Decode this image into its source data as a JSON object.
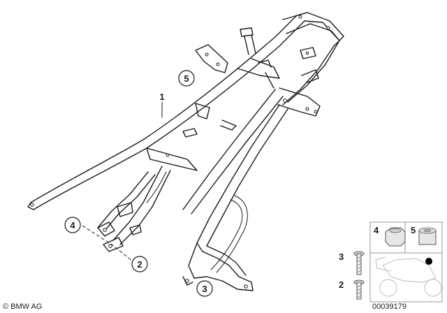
{
  "callouts": {
    "part_1": "1",
    "part_2": "2",
    "part_3": "3",
    "part_4": "4",
    "part_5": "5"
  },
  "legend": {
    "item_4": "4",
    "item_5": "5",
    "item_3": "3",
    "item_2": "2"
  },
  "footer": {
    "copyright": "© BMW AG",
    "drawing_number": "00039179"
  },
  "colors": {
    "line": "#1a1a1a",
    "marker_dot": "#000000"
  }
}
